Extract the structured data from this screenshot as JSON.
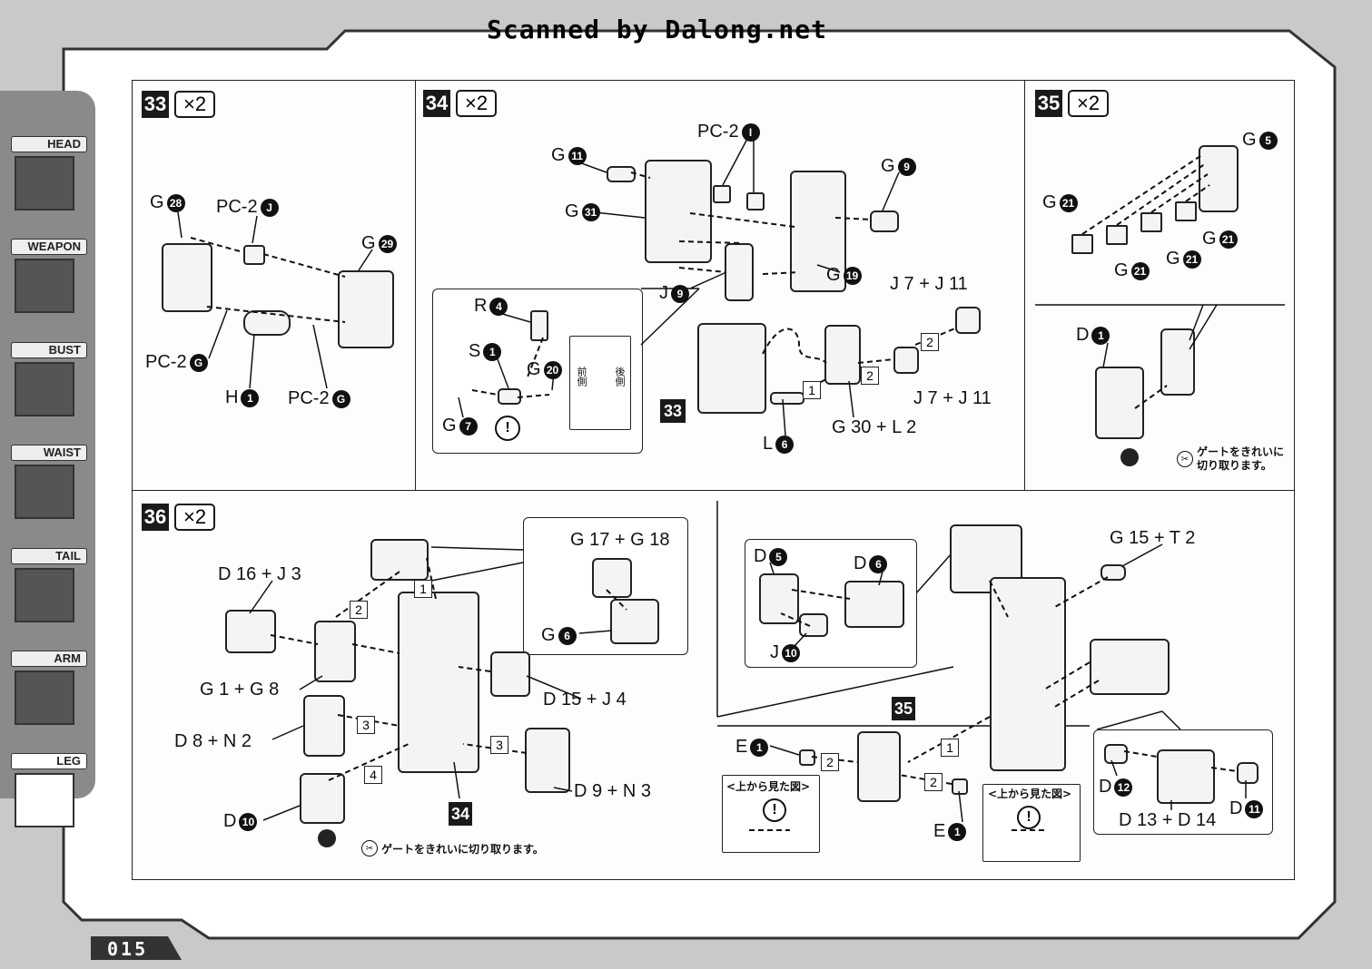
{
  "header": {
    "scan_credit": "Scanned by Dalong.net"
  },
  "page_number": "015",
  "sidebar": {
    "tabs": [
      {
        "label": "HEAD",
        "active": false
      },
      {
        "label": "WEAPON",
        "active": false
      },
      {
        "label": "BUST",
        "active": false
      },
      {
        "label": "WAIST",
        "active": false
      },
      {
        "label": "TAIL",
        "active": false
      },
      {
        "label": "ARM",
        "active": false
      },
      {
        "label": "LEG",
        "active": true
      }
    ]
  },
  "steps": {
    "s33": {
      "number": "33",
      "multiplier": "×2",
      "labels": {
        "g28": "G",
        "g28n": "28",
        "pc2j": "PC-2",
        "pc2jn": "J",
        "g29": "G",
        "g29n": "29",
        "pc2g_left": "PC-2",
        "pc2g_leftn": "G",
        "h1": "H",
        "h1n": "1",
        "pc2g_right": "PC-2",
        "pc2g_rightn": "G"
      }
    },
    "s34": {
      "number": "34",
      "multiplier": "×2",
      "labels": {
        "g11": "G",
        "g11n": "11",
        "pc2i": "PC-2",
        "pc2in": "I",
        "g9": "G",
        "g9n": "9",
        "g31": "G",
        "g31n": "31",
        "g19": "G",
        "g19n": "19",
        "j9": "J",
        "j9n": "9",
        "r4": "R",
        "r4n": "4",
        "s1": "S",
        "s1n": "1",
        "g20": "G",
        "g20n": "20",
        "g7": "G",
        "g7n": "7",
        "front": "前側",
        "back": "後側",
        "j7j11_top": "J 7 + J 11",
        "j7j11_bot": "J 7 + J 11",
        "g30l2": "G 30 + L 2",
        "l6": "L",
        "l6n": "6",
        "ref": "33",
        "seq1": "1",
        "seq2a": "2",
        "seq2b": "2"
      }
    },
    "s35": {
      "number": "35",
      "multiplier": "×2",
      "labels": {
        "g5": "G",
        "g5n": "5",
        "g21a": "G",
        "g21an": "21",
        "g21b": "G",
        "g21bn": "21",
        "g21c": "G",
        "g21cn": "21",
        "g21d": "G",
        "g21dn": "21",
        "d1": "D",
        "d1n": "1"
      },
      "note": "ゲートをきれいに\n切り取ります。"
    },
    "s36": {
      "number": "36",
      "multiplier": "×2",
      "labels": {
        "d16j3": "D 16 + J 3",
        "g17g18": "G 17 + G 18",
        "g6": "G",
        "g6n": "6",
        "g1g8": "G 1 + G 8",
        "d15j4": "D 15 + J 4",
        "d8n2": "D 8 + N 2",
        "d9n3": "D 9 + N 3",
        "d10": "D",
        "d10n": "10",
        "ref34": "34",
        "seq1": "1",
        "seq2": "2",
        "seq3a": "3",
        "seq3b": "3",
        "seq4": "4",
        "d5": "D",
        "d5n": "5",
        "d6": "D",
        "d6n": "6",
        "j10": "J",
        "j10n": "10",
        "g15t2": "G 15 + T 2",
        "ref35": "35",
        "e1a": "E",
        "e1an": "1",
        "e1b": "E",
        "e1bn": "1",
        "topview_a": "<上から見た図>",
        "topview_b": "<上から見た図>",
        "d12": "D",
        "d12n": "12",
        "d13d14": "D 13 + D 14",
        "d11": "D",
        "d11n": "11",
        "seq1r": "1",
        "seq2r": "2",
        "seq2r2": "2"
      },
      "note": "ゲートをきれいに切り取ります。"
    }
  }
}
